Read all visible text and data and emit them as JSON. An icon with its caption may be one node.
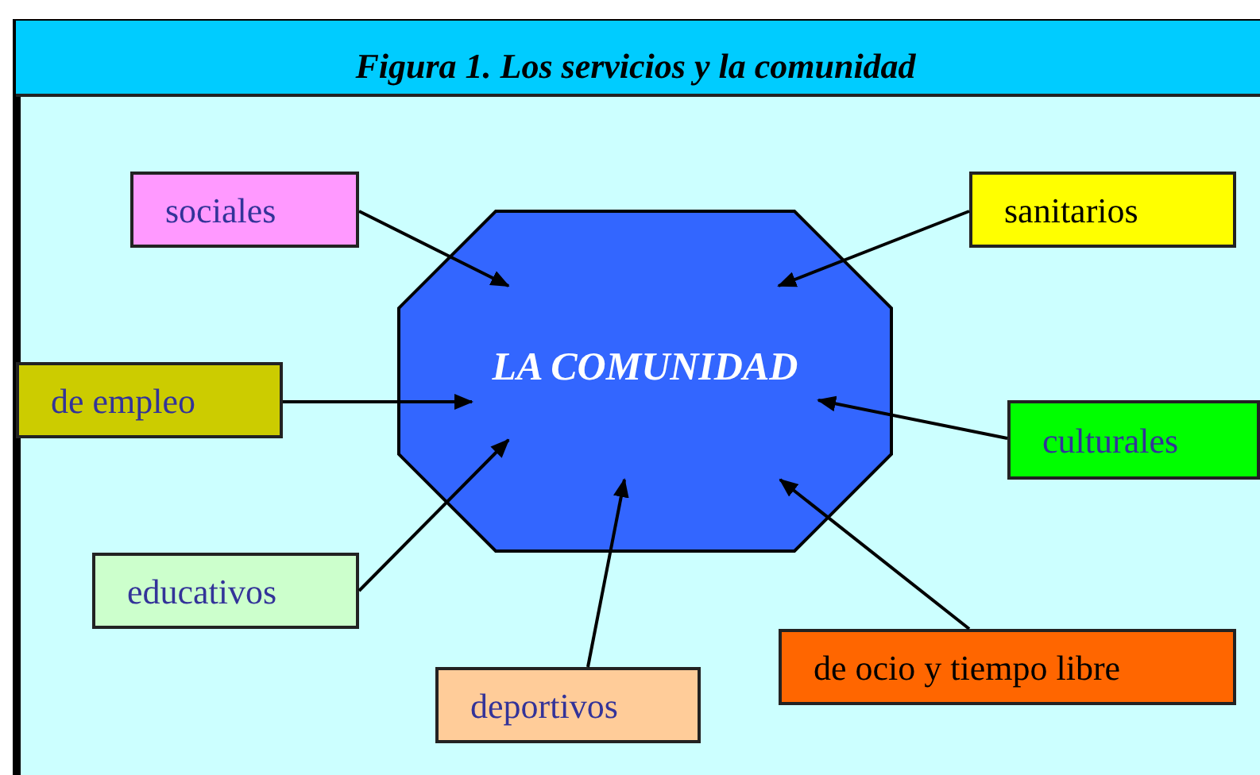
{
  "diagram": {
    "title": "Figura 1. Los servicios y la comunidad",
    "nodes": [
      {
        "text": [
          "LA COMUNIDAD"
        ]
      },
      {
        "text": [
          "sociales"
        ]
      },
      {
        "text": [
          "sanitarios"
        ]
      },
      {
        "text": [
          "de empleo"
        ]
      },
      {
        "text": [
          "culturales"
        ]
      },
      {
        "text": [
          "educativos"
        ]
      },
      {
        "text": [
          "deportivos"
        ]
      },
      {
        "text": [
          "de ocio y tiempo libre"
        ]
      }
    ],
    "edges": [
      {
        "from": 1,
        "to": 0,
        "arrow": "to"
      },
      {
        "from": 2,
        "to": 0,
        "arrow": "to"
      },
      {
        "from": 3,
        "to": 0,
        "arrow": "to"
      },
      {
        "from": 4,
        "to": 0,
        "arrow": "to"
      },
      {
        "from": 5,
        "to": 0,
        "arrow": "to"
      },
      {
        "from": 6,
        "to": 0,
        "arrow": "to"
      },
      {
        "from": 7,
        "to": 0,
        "arrow": "to"
      }
    ]
  }
}
